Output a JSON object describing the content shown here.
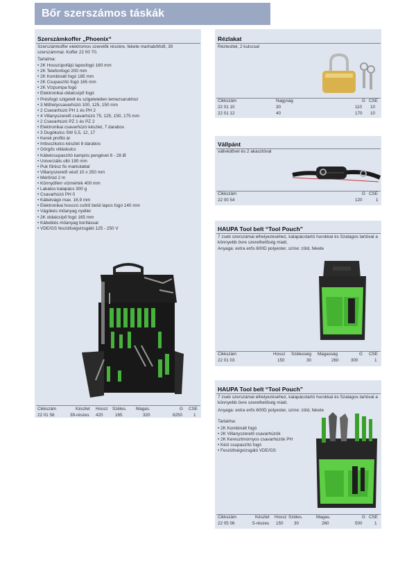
{
  "header": {
    "title": "Bőr szerszámos táskák"
  },
  "phoenix": {
    "title": "Szerszámkoffer „Phoenix“",
    "desc": "Szerszámkoffer elektromos szerelők részére, fekete marhabőrből, 39 szerszámmal. Koffer 22 00 70.",
    "contents_label": "Tartalma:",
    "items": [
      "2K Hosszúpofájú laposfogó 160 mm",
      "2K Telefonfogó 200 mm",
      "2K Kombinált fogó 185 mm",
      "2K Csupaszító fogó 165 mm",
      "2K Vízpumpa fogó",
      "Elektronikai oldalcsípő fogó",
      "Présfogó szigetelt és szigeteletlen lemezsarukhoz",
      "3 Műhelycsavarhúzó 100, 125, 150 mm",
      "2 Csavarhúzó PH 1 és PH 2",
      "4 Villanyszerelő csavarhúzó 75, 125, 150, 175 mm",
      "2 Csavarhúzó PZ 1 és PZ 2",
      "Elektronikai csavarhúzó készlet, 7 darabos",
      "3 Dugókulcs SW 5,5, 12, 17",
      "Kerek profilú ár",
      "Imbuszkulcs készlet 8 darabos",
      "Görgős villáskulcs",
      "Kábelcsupaszító kampós pengével 8 - 28 Ø",
      "Univerzális olló 190 mm",
      "Puk fűrész fix markolattal",
      "Villanyszerelő véső 10 x 250 mm",
      "Mérőrúd 2 m",
      "Könnyűfém vízmérték 400 mm",
      "Lakatos kalapács 300 g",
      "Csavarhúzó PH 0",
      "Kábelvágó max. 16,9 mm",
      "Elektronikai hosszú csőrű belül lapos fogó 140 mm",
      "Vágókés műanyag nyéllel",
      "2K oldalcsípő fogó 165 mm",
      "Kábelkés műanyag borítással",
      "VDE/GS feszültségvizsgáló 125 - 250 V"
    ],
    "headers": [
      "Cikkszám",
      "Készlet",
      "Hossz",
      "Széles.",
      "Magas.",
      "G",
      "CSE"
    ],
    "row": [
      "22 01 56",
      "39-részes",
      "420",
      "165",
      "320",
      "8250",
      "1"
    ]
  },
  "lock": {
    "title": "Rézlakat",
    "desc": "Réztesttel, 2 kulccsal",
    "headers": [
      "Cikkszám",
      "Nagyság",
      "G",
      "CSE"
    ],
    "rows": [
      [
        "22 01 10",
        "30",
        "110",
        "10"
      ],
      [
        "22 01 12",
        "40",
        "170",
        "10"
      ]
    ]
  },
  "strap": {
    "title": "Vállpánt",
    "desc": "vállvédővel és 2 akasztóval",
    "headers": [
      "Cikkszám",
      "G",
      "CSE"
    ],
    "row": [
      "22 00 54",
      "120",
      "1"
    ]
  },
  "pouch1": {
    "title": "HAUPA Tool belt “Tool Pouch”",
    "desc": "7 zseb szerszámai elhelyezéséhez, kalapácstartó hurokkal és Szalagos tartóval a könnyebb övre szerelhetőség miatt.",
    "material": "Anyaga: extra erős 600D polyester, színe: zöld, fekete",
    "headers": [
      "Cikkszám",
      "Hossz",
      "Szélesség",
      "Magasság",
      "G",
      "CSE"
    ],
    "row": [
      "22 01 03",
      "150",
      "30",
      "260",
      "300",
      "1"
    ]
  },
  "pouch2": {
    "title": "HAUPA Tool belt “Tool Pouch”",
    "desc": "7 zseb szerszámai elhelyezéséhez, kalapácstartó hurokkal és Szalagos tartóval a könnyebb övre szerelhetőség miatt.",
    "material": "Anyaga: extra erős 600D polyester, színe: zöld, fekete",
    "contents_label": "Tartalma:",
    "items": [
      "2K Kombinált fogó",
      "2K Villanyszerelő csavarhúzók",
      "2K Keresztmornyos csavarhúzók PH",
      "Kézi csupaszító fogó",
      "Feszültségvizsgáló VDE/GS"
    ],
    "headers": [
      "Cikkszám",
      "Készlet",
      "Hossz",
      "Széles.",
      "Magas.",
      "G",
      "CSE"
    ],
    "row": [
      "22 05 06",
      "5-részes",
      "150",
      "30",
      "260",
      "500",
      "1"
    ]
  }
}
